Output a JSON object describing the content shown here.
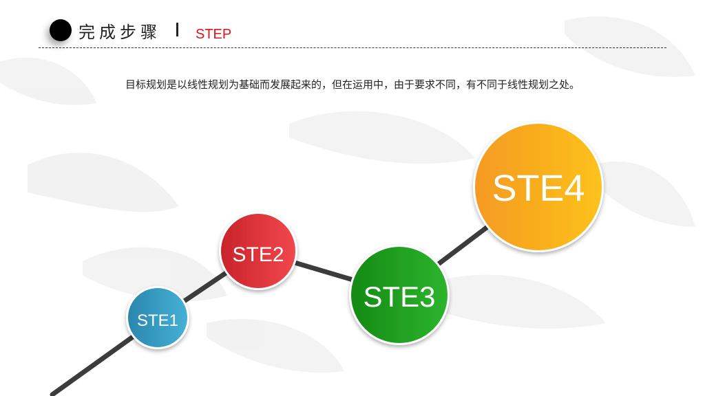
{
  "header": {
    "title": "完成步骤",
    "subtitle": "STEP"
  },
  "description": "目标规划是以线性规划为基础而发展起来的，但在运用中，由于要求不同，有不同于线性规划之处。",
  "colors": {
    "accent_red": "#d9141b",
    "step1": "#2f93b8",
    "step2": "#e8323a",
    "step3": "#1a9a1a",
    "step4": "#f7a81f",
    "line": "#3c3c3c"
  },
  "steps": [
    {
      "label": "STE1"
    },
    {
      "label": "STE2"
    },
    {
      "label": "STE3"
    },
    {
      "label": "STE4"
    }
  ]
}
